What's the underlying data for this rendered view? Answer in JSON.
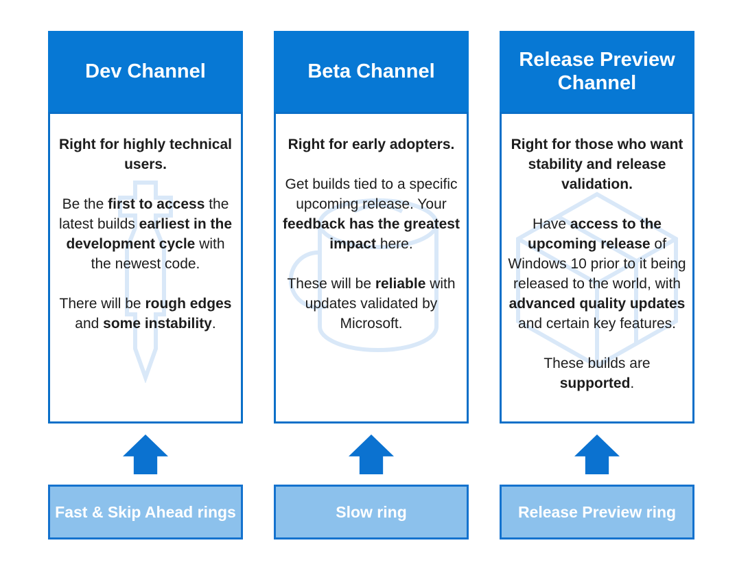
{
  "colors": {
    "header_blue": "#0778d4",
    "border_blue": "#0a6fc8",
    "arrow_blue": "#0b72d0",
    "ring_fill": "#8cc1ec",
    "ring_border": "#1472ce",
    "watermark": "#d9e8f8",
    "text_color": "#1c1c1c"
  },
  "columns": [
    {
      "id": "dev",
      "header": "Dev Channel",
      "watermark_icon": "screwdriver-watermark-icon",
      "paragraphs": [
        [
          {
            "t": "Right for highly technical users.",
            "b": true
          }
        ],
        [
          {
            "t": "Be the ",
            "b": false
          },
          {
            "t": "first to access",
            "b": true
          },
          {
            "t": " the latest builds ",
            "b": false
          },
          {
            "t": "earliest in the development cycle",
            "b": true
          },
          {
            "t": " with the newest code.",
            "b": false
          }
        ],
        [
          {
            "t": "There will be ",
            "b": false
          },
          {
            "t": "rough edges",
            "b": true
          },
          {
            "t": " and ",
            "b": false
          },
          {
            "t": "some instability",
            "b": true
          },
          {
            "t": ".",
            "b": false
          }
        ]
      ],
      "ring_label": "Fast & Skip Ahead rings"
    },
    {
      "id": "beta",
      "header": "Beta Channel",
      "watermark_icon": "mug-watermark-icon",
      "paragraphs": [
        [
          {
            "t": "Right for early adopters.",
            "b": true
          }
        ],
        [
          {
            "t": "Get builds tied to a specific upcoming release. Your ",
            "b": false
          },
          {
            "t": "feedback has the greatest impact",
            "b": true
          },
          {
            "t": " here.",
            "b": false
          }
        ],
        [
          {
            "t": "These will be ",
            "b": false
          },
          {
            "t": "reliable",
            "b": true
          },
          {
            "t": " with updates validated by Microsoft.",
            "b": false
          }
        ]
      ],
      "ring_label": "Slow ring"
    },
    {
      "id": "release-preview",
      "header": "Release Preview Channel",
      "watermark_icon": "cube-watermark-icon",
      "paragraphs": [
        [
          {
            "t": "Right for those who want stability and release validation.",
            "b": true
          }
        ],
        [
          {
            "t": "Have ",
            "b": false
          },
          {
            "t": "access to the upcoming release",
            "b": true
          },
          {
            "t": " of Windows 10 prior to it being released to the world, with ",
            "b": false
          },
          {
            "t": "advanced quality updates",
            "b": true
          },
          {
            "t": " and certain key features.",
            "b": false
          }
        ],
        [
          {
            "t": "These builds are ",
            "b": false
          },
          {
            "t": "supported",
            "b": true
          },
          {
            "t": ".",
            "b": false
          }
        ]
      ],
      "ring_label": "Release Preview ring"
    }
  ]
}
